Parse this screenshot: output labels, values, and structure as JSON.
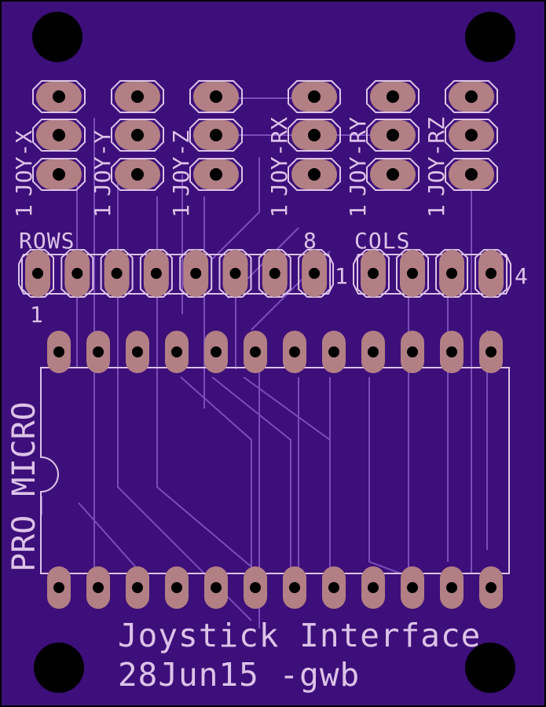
{
  "board": {
    "colors": {
      "outline": "#000000",
      "substrate": "#3d0f7a",
      "trace": "#7a4dba",
      "pad": "#b27f84",
      "drill": "#000000",
      "silk": "#dcc3e8"
    },
    "joysticks": [
      {
        "label": "JOY-X",
        "pin1": "1"
      },
      {
        "label": "JOY-Y",
        "pin1": "1"
      },
      {
        "label": "JOY-Z",
        "pin1": "1"
      },
      {
        "label": "JOY-RX",
        "pin1": "1"
      },
      {
        "label": "JOY-RY",
        "pin1": "1"
      },
      {
        "label": "JOY-RZ",
        "pin1": "1"
      }
    ],
    "rows_header": {
      "label": "ROWS",
      "first_pin": "1",
      "last_pin": "8",
      "pin_count": 8
    },
    "cols_header": {
      "label": "COLS",
      "first_pin": "1",
      "last_pin": "4",
      "pin_count": 4
    },
    "pro_micro": {
      "label": "PRO_MICRO",
      "pins_per_side": 12
    },
    "title_line1": "Joystick Interface",
    "title_line2": "28Jun15 -gwb"
  }
}
